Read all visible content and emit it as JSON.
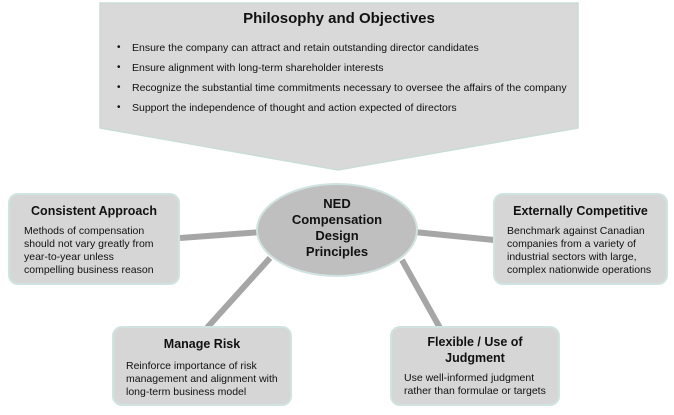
{
  "philosophy": {
    "title": "Philosophy and Objectives",
    "bullet_glyph": "•",
    "items": [
      "Ensure the company can attract and retain outstanding director candidates",
      "Ensure alignment with long-term shareholder interests",
      "Recognize the substantial time commitments necessary to oversee the affairs of the company",
      "Support the independence of thought and action expected of directors"
    ]
  },
  "center": {
    "lines": [
      "NED",
      "Compensation",
      "Design",
      "Principles"
    ]
  },
  "consistent": {
    "title": "Consistent Approach",
    "body": [
      "Methods of compensation",
      "should not vary greatly from",
      "year-to-year unless",
      "compelling business reason"
    ]
  },
  "external": {
    "title": "Externally Competitive",
    "body": [
      "Benchmark against Canadian",
      "companies from a variety of",
      "industrial sectors with large,",
      "complex  nationwide operations"
    ]
  },
  "risk": {
    "title": "Manage Risk",
    "body": [
      "Reinforce importance of risk",
      "management and alignment with",
      "long-term business model"
    ]
  },
  "flexible": {
    "title": [
      "Flexible / Use of",
      "Judgment"
    ],
    "body": [
      "Use well-informed judgment",
      "rather than formulae or targets"
    ]
  },
  "colors": {
    "arrow_fill": "#d9d9d9",
    "arrow_stroke": "#c9dcd8",
    "box_fill": "#d6d6d6",
    "box_border": "#cfe3e0",
    "connector": "#a6a6a6",
    "ellipse_fill": "#bfbfbf"
  }
}
